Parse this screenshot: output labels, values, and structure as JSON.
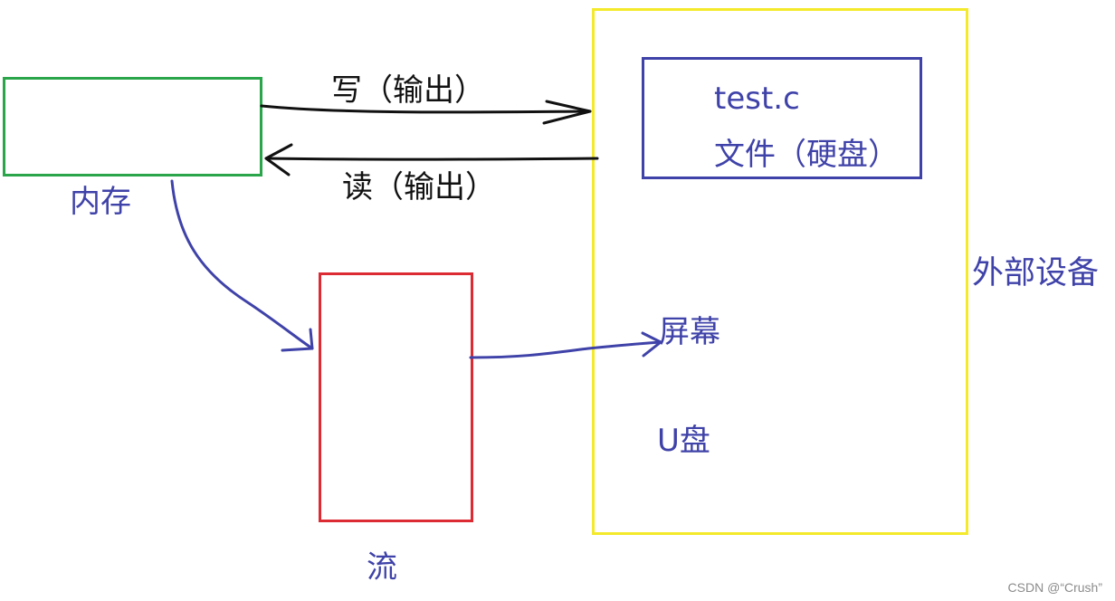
{
  "colors": {
    "memory_box": "#2aa54a",
    "stream_box": "#dd2b33",
    "external_devices_box": "#f4ea2b",
    "file_box": "#3f42a8",
    "blue_text": "#3f42a8",
    "black_text": "#111111"
  },
  "labels": {
    "write": "写（输出）",
    "read": "读（输出）",
    "memory": "内存",
    "stream": "流",
    "file_name": "test.c",
    "file_desc": "文件（硬盘）",
    "external_devices": "外部设备",
    "screen": "屏幕",
    "usb_disk": "U盘"
  },
  "watermark": "CSDN @“Crush”"
}
